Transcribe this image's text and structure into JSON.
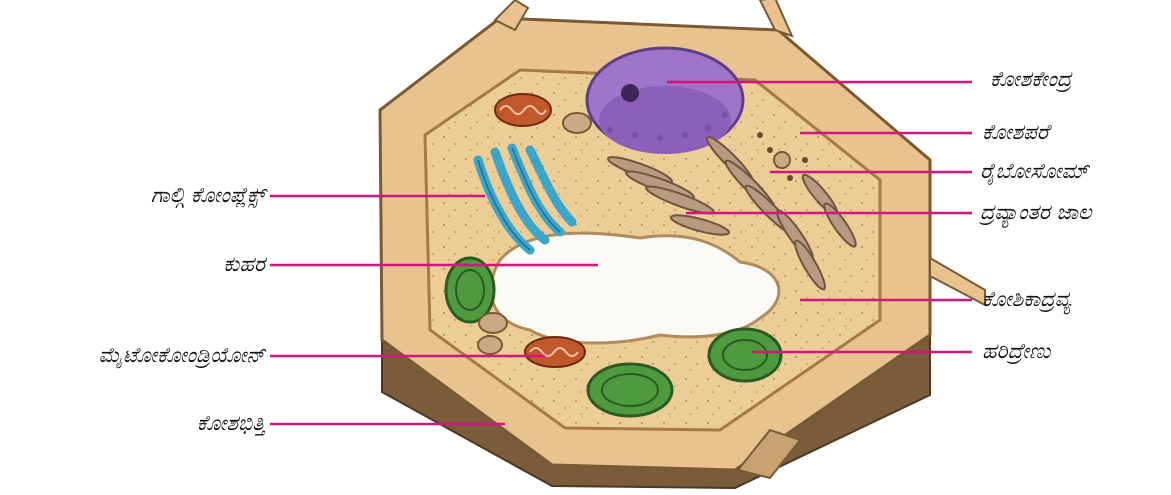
{
  "diagram": {
    "colors": {
      "leader": "#d4157f",
      "wall_outer": "#e9c38f",
      "wall_stroke": "#7a5a34",
      "cytoplasm": "#eccd96",
      "vacuole": "#fbf9f3",
      "nucleus": "#9e75c8",
      "golgi": "#3ba6c9",
      "chloroplast": "#4f9a3f",
      "mitochondrion": "#c0582c",
      "er": "#b99a80",
      "wall_section": "#7a5b3a"
    },
    "labels_left": [
      {
        "id": "golgi",
        "text": "ಗಾಲ್ಗಿ ಕೋಂಪ್ಲೆಕ್ಸ್"
      },
      {
        "id": "vacuole",
        "text": "ಕುಹರ"
      },
      {
        "id": "mitochondrion",
        "text": "ಮೈಟೋಕೋಂಡ್ರಿಯೋನ್"
      },
      {
        "id": "cell_wall",
        "text": "ಕೋಶಭಿತ್ತಿ"
      }
    ],
    "labels_right": [
      {
        "id": "nucleus",
        "text": "ಕೋಶಕೇಂದ್ರ"
      },
      {
        "id": "cell_membrane",
        "text": "ಕೋಶಪರೆ"
      },
      {
        "id": "ribosome",
        "text": "ರೈಬೋಸೋಮ್"
      },
      {
        "id": "er",
        "text": "ದ್ರವ್ಯಾಂತರ ಜಾಲ"
      },
      {
        "id": "cytoplasm",
        "text": "ಕೋಶಿಕಾದ್ರವ್ಯ"
      },
      {
        "id": "chloroplast",
        "text": "ಹರಿದ್ರೇಣು"
      }
    ]
  }
}
